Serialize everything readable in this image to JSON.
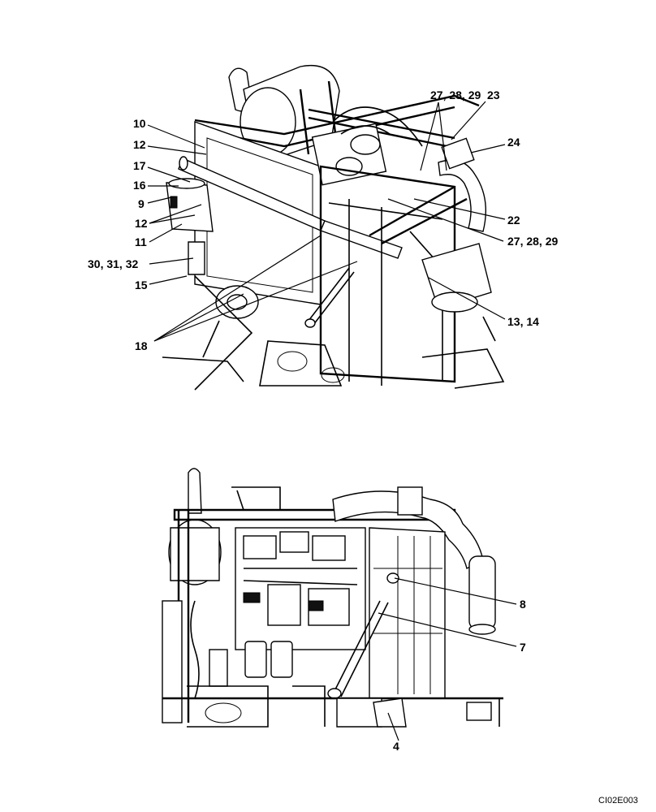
{
  "figure_code": "CI02E003",
  "top_view": {
    "callouts": [
      "10",
      "12",
      "17",
      "16",
      "9",
      "12",
      "11",
      "30, 31, 32",
      "15",
      "18",
      "27, 28, 29",
      "23",
      "24",
      "22",
      "27, 28, 29",
      "13, 14"
    ]
  },
  "bottom_view": {
    "callouts": [
      "8",
      "7",
      "4"
    ]
  }
}
